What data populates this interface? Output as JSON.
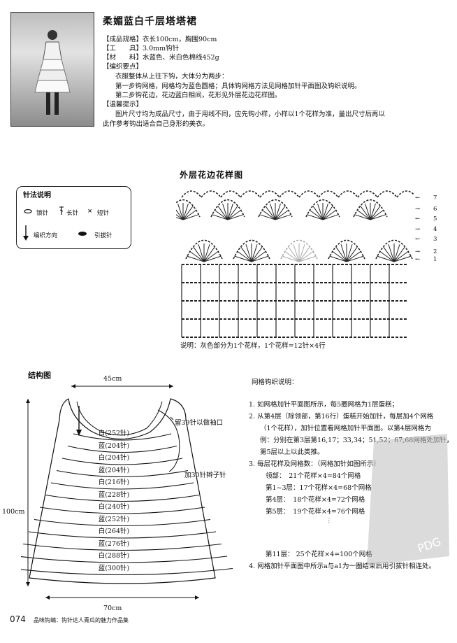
{
  "header": {
    "title": "柔媚蓝白千层塔塔裙",
    "spec_size": "【成品规格】衣长100cm，胸围90cm",
    "spec_tool": "【工　　具】3.0mm钩针",
    "spec_material": "【材　　料】水蓝色、米白色棉线452g",
    "spec_points": "【编织要点】",
    "point1": "衣服整体从上往下钩，大体分为两步：",
    "point2": "第一步钩网格，网格均为蓝色圆格；具体钩网格方法见网格加针平面图及钩织说明。",
    "point3": "第二步钩花边，花边蓝白相间，花形见外层花边花样图。",
    "tips_label": "【温馨提示】",
    "tips_line1": "图片尺寸均为成品尺寸，由于用线不同，应先钩小样，小样以1个花样为准，量出尺寸后再以",
    "tips_line2": "此作参考钩出适合自己身形的美衣。"
  },
  "legend": {
    "title": "针法说明",
    "chain": "锁针",
    "double": "长针",
    "single": "短针",
    "direction": "编织方向",
    "slip": "引拔针"
  },
  "pattern": {
    "title": "外层花边花样图",
    "row_numbers": [
      "7",
      "6",
      "5",
      "4",
      "3",
      "2",
      "1"
    ],
    "caption": "说明：灰色部分为1个花样，1个花样=12针×4行"
  },
  "structure": {
    "title": "结构图",
    "top_width": "45cm",
    "bottom_width": "70cm",
    "height": "100cm",
    "sleeve_note": "留39针以做袖口",
    "strap_note": "加30针辫子针",
    "rows": [
      "白(252针)",
      "蓝(204针)",
      "白(204针)",
      "蓝(204针)",
      "白(216针)",
      "蓝(228针)",
      "白(240针)",
      "蓝(252针)",
      "白(264针)",
      "蓝(276针)",
      "白(288针)",
      "蓝(300针)"
    ]
  },
  "net_notes": {
    "title": "网格钩织说明：",
    "item1": "1.  如网格加针平面图所示，每5圈网格为1层蛋糕；",
    "item2a": "2.  从第4层（除领部，第16行）蛋糕开始加针，每层加4个网格",
    "item2b": "（1个花样），加针位置看网格加针平面图。以第4层网格为",
    "item2c": "例：分别在第3层第16,17；33,34；51,52；67,68网格处加针，",
    "item2d": "第5层以上以此类推。",
    "item3": "3.  每层花样及网格数：（网格加针如图所示）",
    "neck": "领部：　21个花样×4=84个网格",
    "layer13": "第1~3层：17个花样×4=68个网格",
    "layer4": "第4层：　18个花样×4=72个网格",
    "layer5": "第5层：　19个花样×4=76个网格",
    "layer11": "第11层：  25个花样×4=100个网格",
    "item4": "4.  网格加针平面图中所示a与a1为一圈结束后用引拔针相连处。"
  },
  "footer": {
    "page": "074",
    "text": "品味钩编：钩针达人青瓜的魅力作品集"
  },
  "watermark": {
    "text": "PDG"
  }
}
